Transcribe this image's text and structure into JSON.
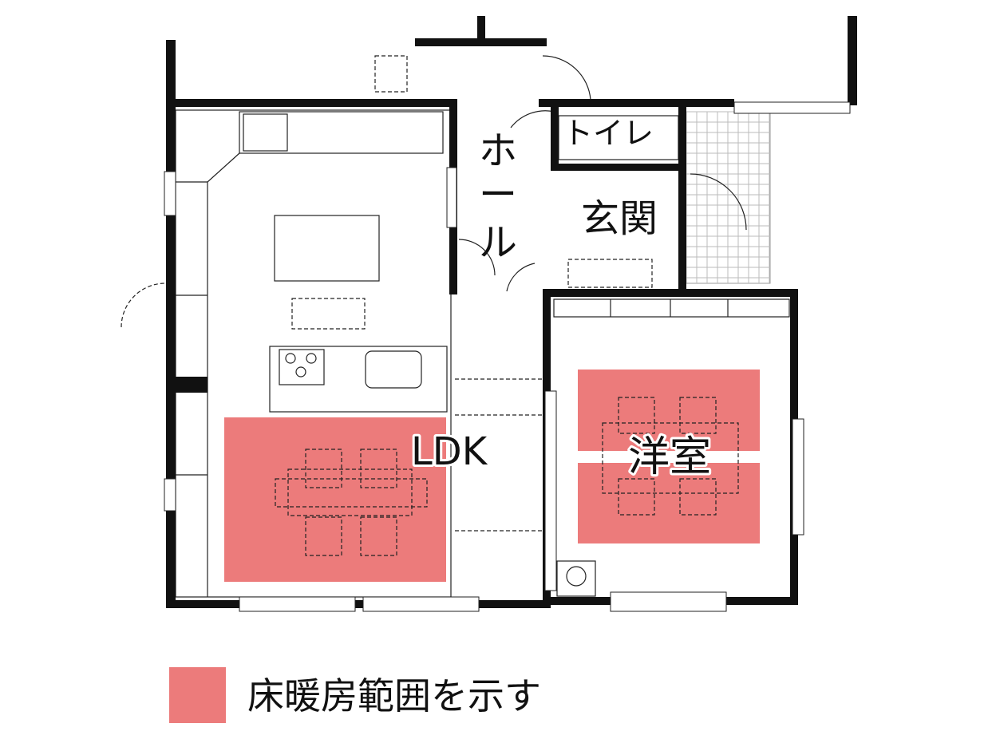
{
  "rooms": {
    "ldk": "LDK",
    "western_room": "洋室",
    "toilet": "トイレ",
    "entrance": "玄関",
    "hall": [
      "ホ",
      "ー",
      "ル"
    ]
  },
  "legend": {
    "label": "床暖房範囲を示す",
    "color": "#ec7b7b"
  },
  "colors": {
    "heating": "#ec7b7b",
    "wall": "#111111"
  }
}
